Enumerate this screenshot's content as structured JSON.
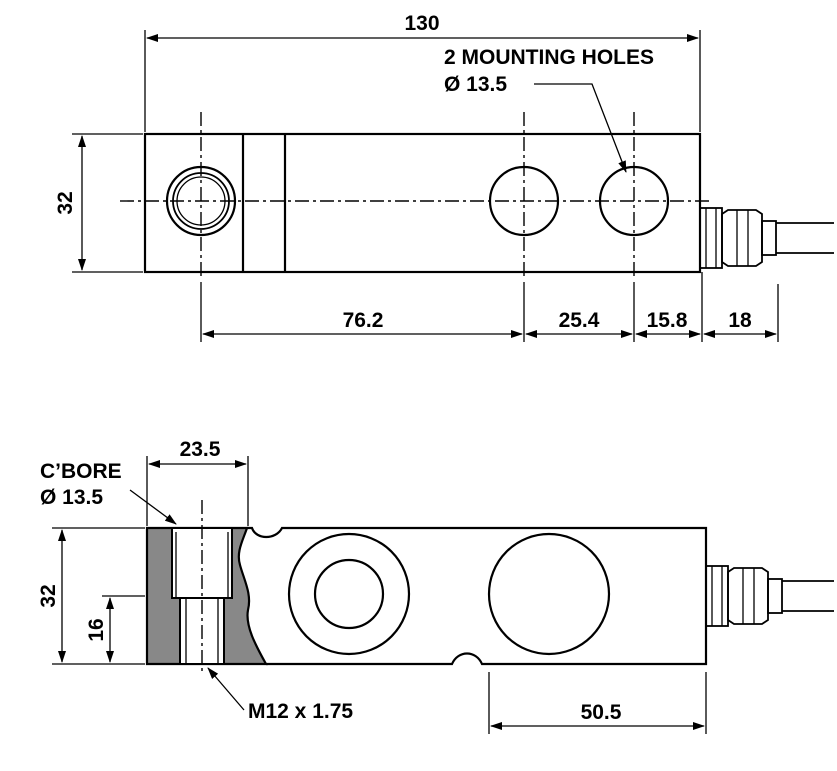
{
  "top_view": {
    "overall_length": "130",
    "height": "32",
    "hole_label_line1": "2 MOUNTING HOLES",
    "hole_label_line2": "Ø 13.5",
    "dim_a": "76.2",
    "dim_b": "25.4",
    "dim_c": "15.8",
    "dim_d": "18"
  },
  "side_view": {
    "cbore_width": "23.5",
    "cbore_label_line1": "C’BORE",
    "cbore_label_line2": "Ø 13.5",
    "height": "32",
    "half_height": "16",
    "thread_label": "M12 x 1.75",
    "disk_width": "50.5"
  },
  "colors": {
    "line": "#000000",
    "section_fill": "#888888",
    "background": "#ffffff"
  }
}
